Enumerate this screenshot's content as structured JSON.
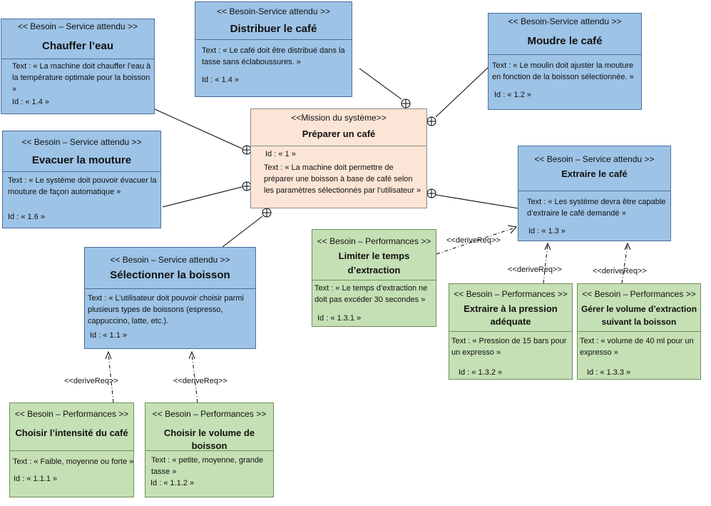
{
  "boxes": {
    "chauffer": {
      "stereotype": "<< Besoin – Service attendu >>",
      "name": "Chauffer l’eau",
      "text": "Text : « La machine doit chauffer l’eau à la température optimale pour la boisson »",
      "id": "Id : « 1.4 »"
    },
    "distribuer": {
      "stereotype": "<< Besoin-Service attendu >>",
      "name": "Distribuer le café",
      "text": "Text : « Le café doit être distribué dans la tasse sans éclaboussures. »",
      "id": "Id : « 1.4 »"
    },
    "moudre": {
      "stereotype": "<< Besoin-Service attendu >>",
      "name": "Moudre le café",
      "text": "Text : « Le moulin doit ajuster la mouture en fonction de la boisson sélectionnée. »",
      "id": "Id : « 1.2 »"
    },
    "mission": {
      "stereotype": "<<Mission du système>>",
      "name": "Préparer un café",
      "id": "Id : « 1 »",
      "text": "Text : « La machine doit permettre de préparer une boisson à base de café selon les paramètres sélectionnés par l’utilisateur »"
    },
    "evacuer": {
      "stereotype": "<< Besoin – Service attendu >>",
      "name": "Evacuer la mouture",
      "text": "Text : « Le système doit pouvoir évacuer la mouture de façon automatique »",
      "id": "Id : « 1.6 »"
    },
    "extraire": {
      "stereotype": "<< Besoin – Service attendu >>",
      "name": "Extraire le café",
      "text": "Text : « Les système devra être capable d’extraire le café demandé »",
      "id": "Id : « 1.3 »"
    },
    "selectionner": {
      "stereotype": "<< Besoin – Service attendu >>",
      "name": "Sélectionner la boisson",
      "text": "Text : « L’utilisateur doit pouvoir choisir parmi plusieurs types de boissons (espresso, cappuccino, latte, etc.).",
      "id": "Id : « 1.1 »"
    },
    "limiter": {
      "stereotype": "<< Besoin – Performances >>",
      "name": "Limiter le temps d’extraction",
      "text": "Text : « Le temps d’extraction ne doit pas excéder 30 secondes »",
      "id": "Id : « 1.3.1 »"
    },
    "pression": {
      "stereotype": "<< Besoin – Performances >>",
      "name": "Extraire à la pression adéquate",
      "text": "Text : « Pression de 15 bars pour un expresso »",
      "id": "Id : « 1.3.2 »"
    },
    "volume_extr": {
      "stereotype": "<< Besoin – Performances >>",
      "name": "Gérer le volume d’extraction suivant la boisson",
      "text": "Text : « volume de 40 ml pour un expresso »",
      "id": "Id : « 1.3.3 »"
    },
    "intensite": {
      "stereotype": "<< Besoin – Performances >>",
      "name": "Choisir l’intensité du café",
      "text": "Text : « Faible, moyenne ou forte »",
      "id": "Id : « 1.1.1 »"
    },
    "volume_boisson": {
      "stereotype": "<< Besoin – Performances >>",
      "name": "Choisir le volume de boisson",
      "text": "Text : « petite, moyenne, grande tasse »",
      "id": "Id : « 1.1.2 »"
    }
  },
  "relations": {
    "derive_label": "<<deriveReq>>"
  }
}
